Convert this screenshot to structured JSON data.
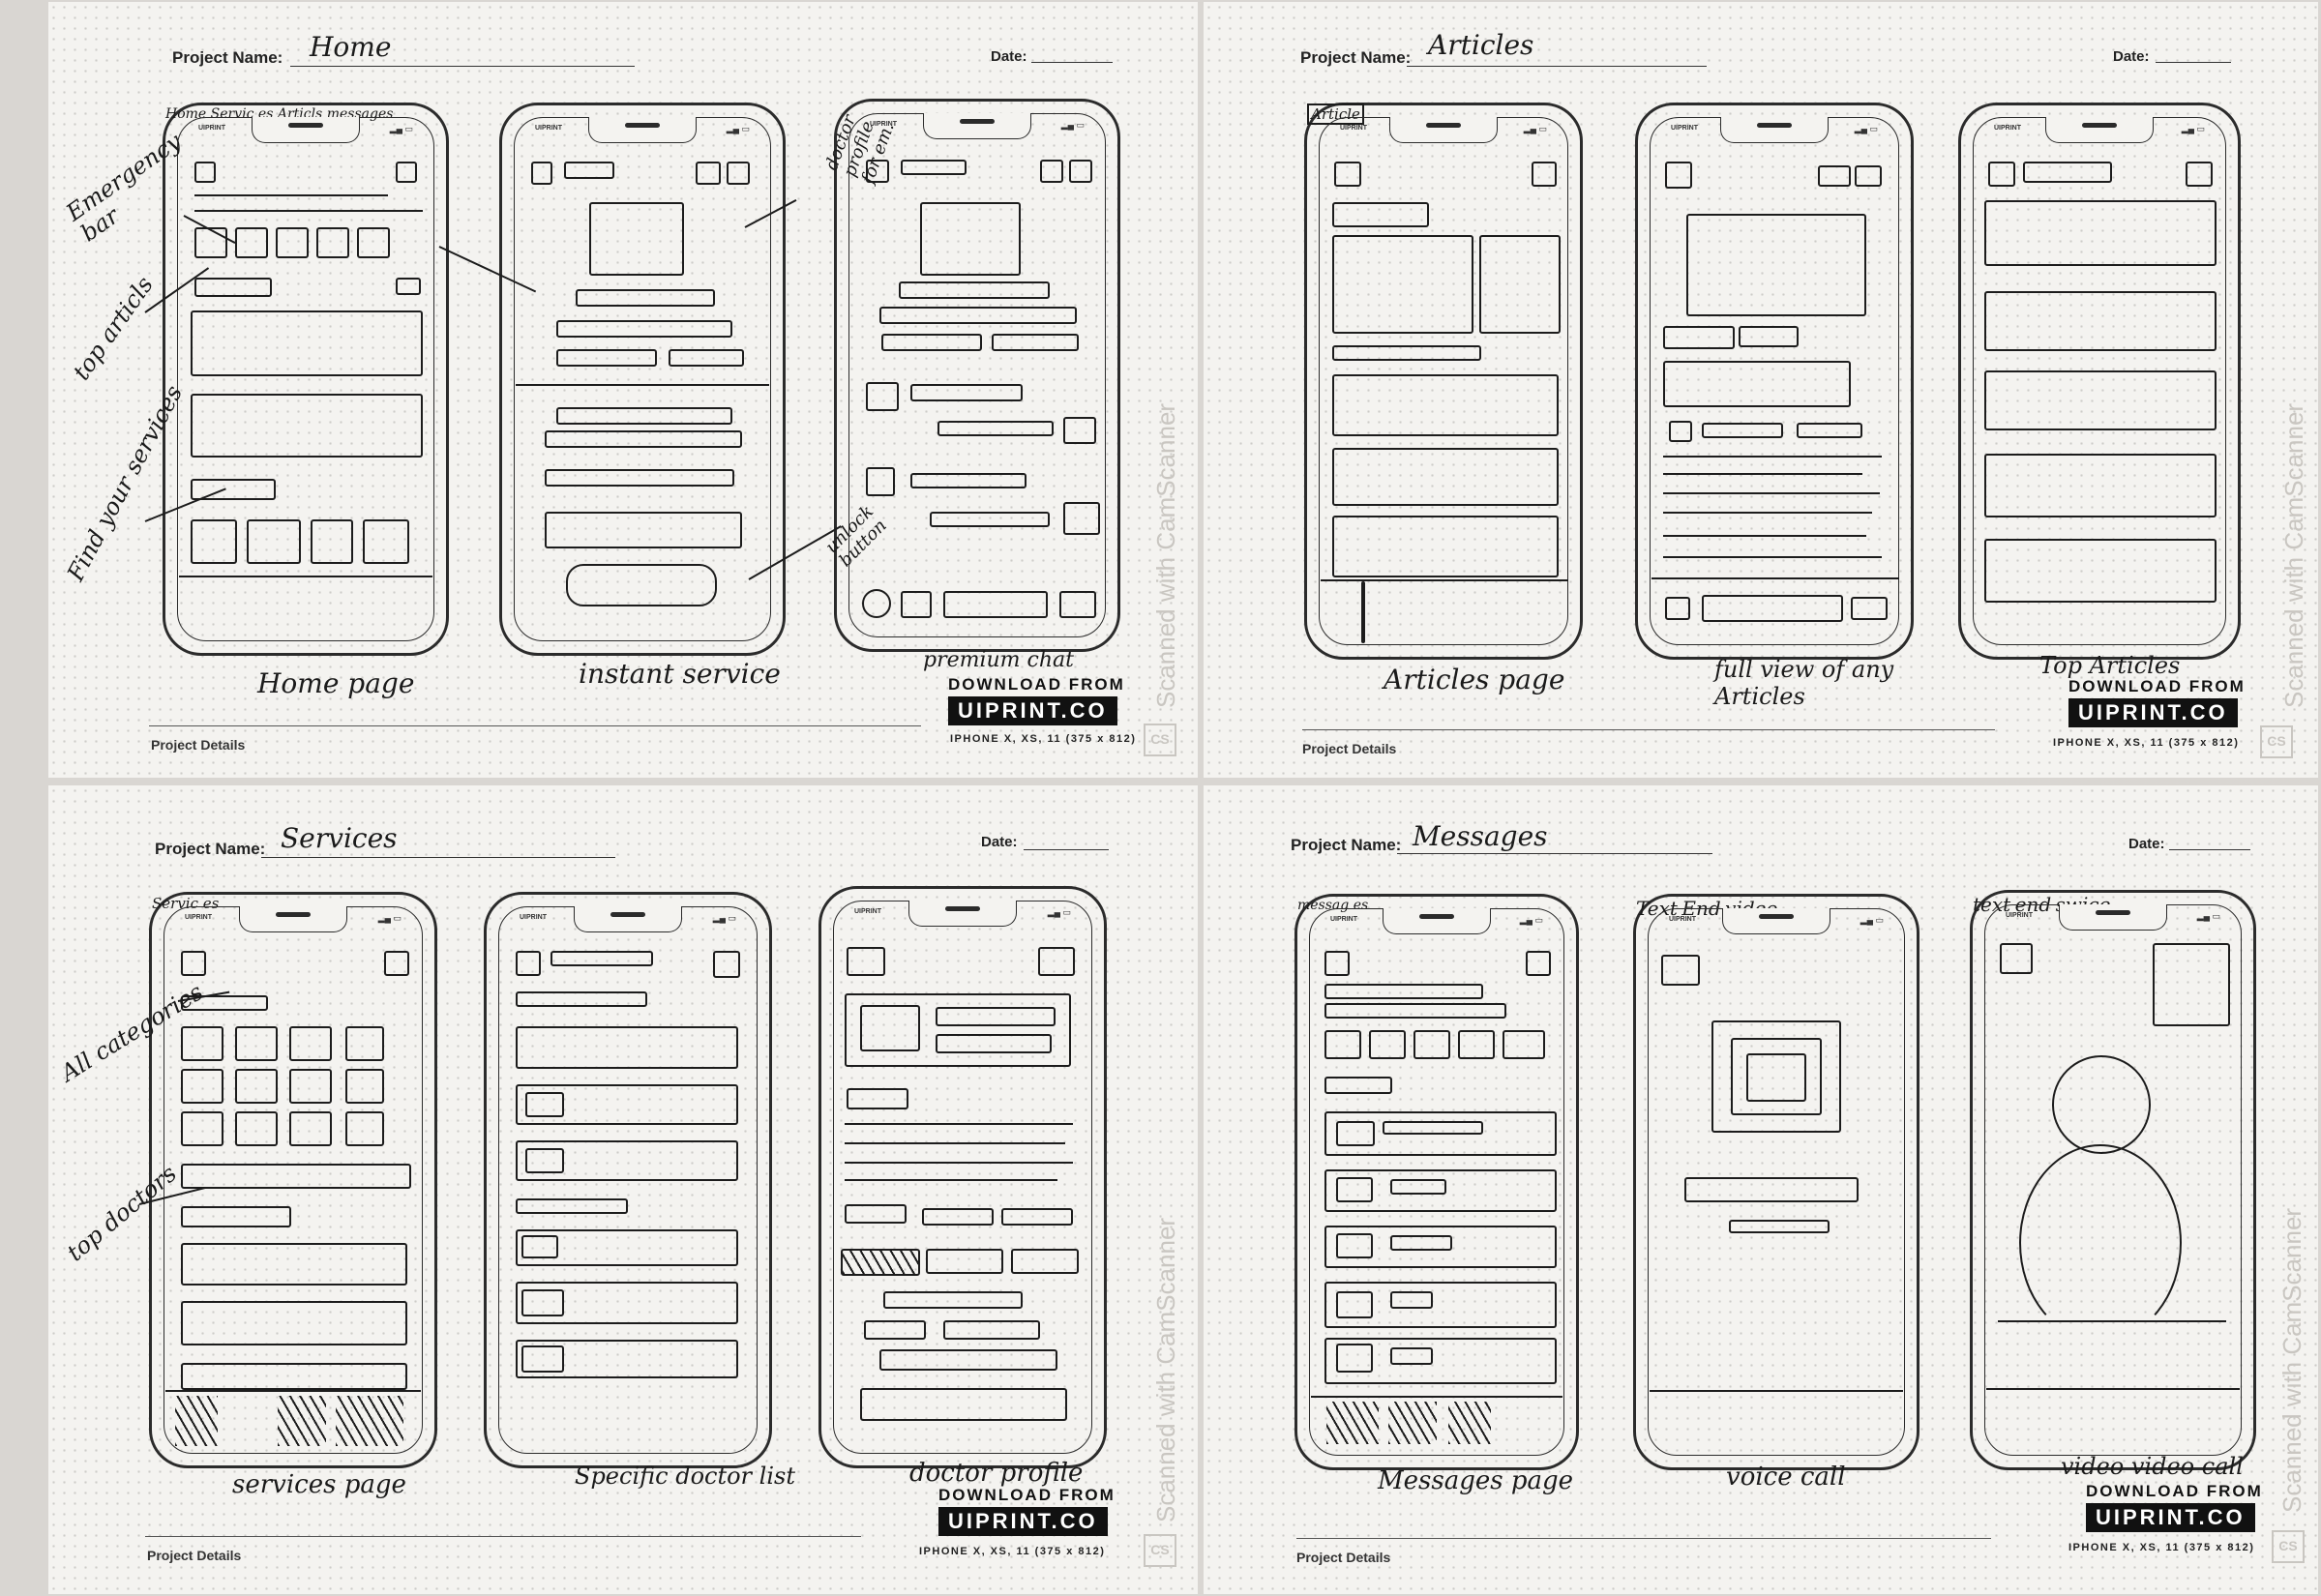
{
  "labels": {
    "project_name": "Project Name:",
    "date": "Date:",
    "project_details": "Project Details",
    "download_from": "DOWNLOAD FROM",
    "brand": "UIPRINT.CO",
    "device": "IPHONE X, XS, 11 (375 x 812)",
    "scanner": "Scanned with CamScanner",
    "scanner_logo": "CS",
    "phone_brand": "UIPRINT",
    "phone_status": "▂▄ ▭"
  },
  "sheets": [
    {
      "project": "Home",
      "captions": [
        "Home page",
        "instant service",
        "premium chat"
      ],
      "notes": [
        "Emergency bar",
        "top articls",
        "Find your services",
        "doctor profile for em.",
        "unlock button"
      ],
      "tabs": [
        "Home",
        "Servic es",
        "Articls",
        "messages"
      ]
    },
    {
      "project": "Articles",
      "captions": [
        "Articles page",
        "full view of any Articles",
        "Top Articles"
      ],
      "notes": [],
      "tabs": [
        "Article"
      ]
    },
    {
      "project": "Services",
      "captions": [
        "services page",
        "Specific doctor list",
        "doctor profile"
      ],
      "notes": [
        "All categories",
        "top doctors"
      ],
      "tabs": [
        "Servic es"
      ]
    },
    {
      "project": "Messages",
      "captions": [
        "Messages page",
        "voice call",
        "video video call"
      ],
      "notes": [],
      "tabs": [
        "messag es",
        "Text",
        "End",
        "video",
        "text",
        "end",
        "swice"
      ]
    }
  ],
  "colors": {
    "paper": "#f4f3f0",
    "ink": "#1c1c1c",
    "background": "#d9d6d2"
  }
}
